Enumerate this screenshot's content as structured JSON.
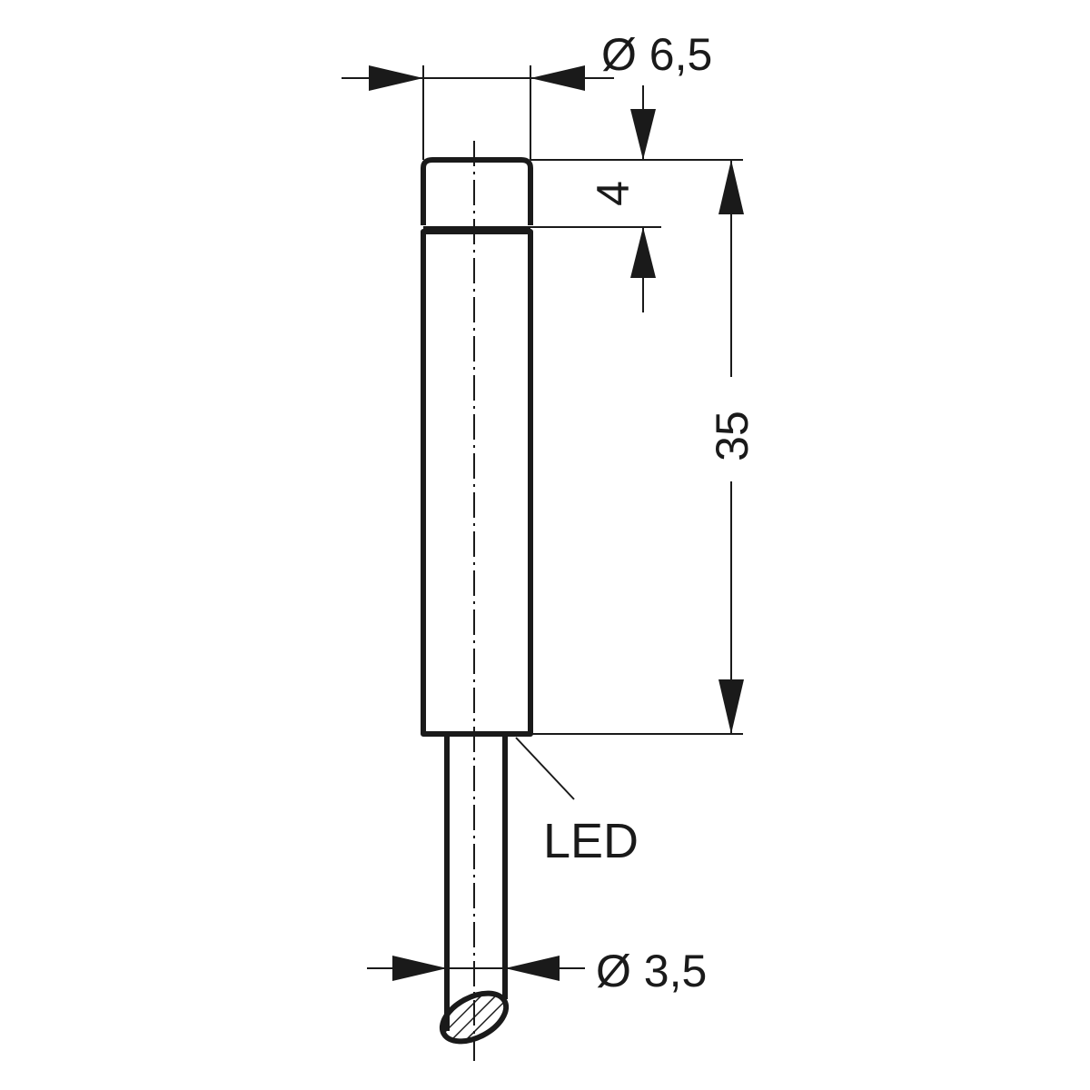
{
  "dimensions": {
    "body_diameter": "Ø 6,5",
    "head_length": "4",
    "body_length": "35",
    "cable_diameter": "Ø 3,5"
  },
  "labels": {
    "led": "LED"
  },
  "colors": {
    "line": "#1a1a1a",
    "background": "#ffffff"
  }
}
